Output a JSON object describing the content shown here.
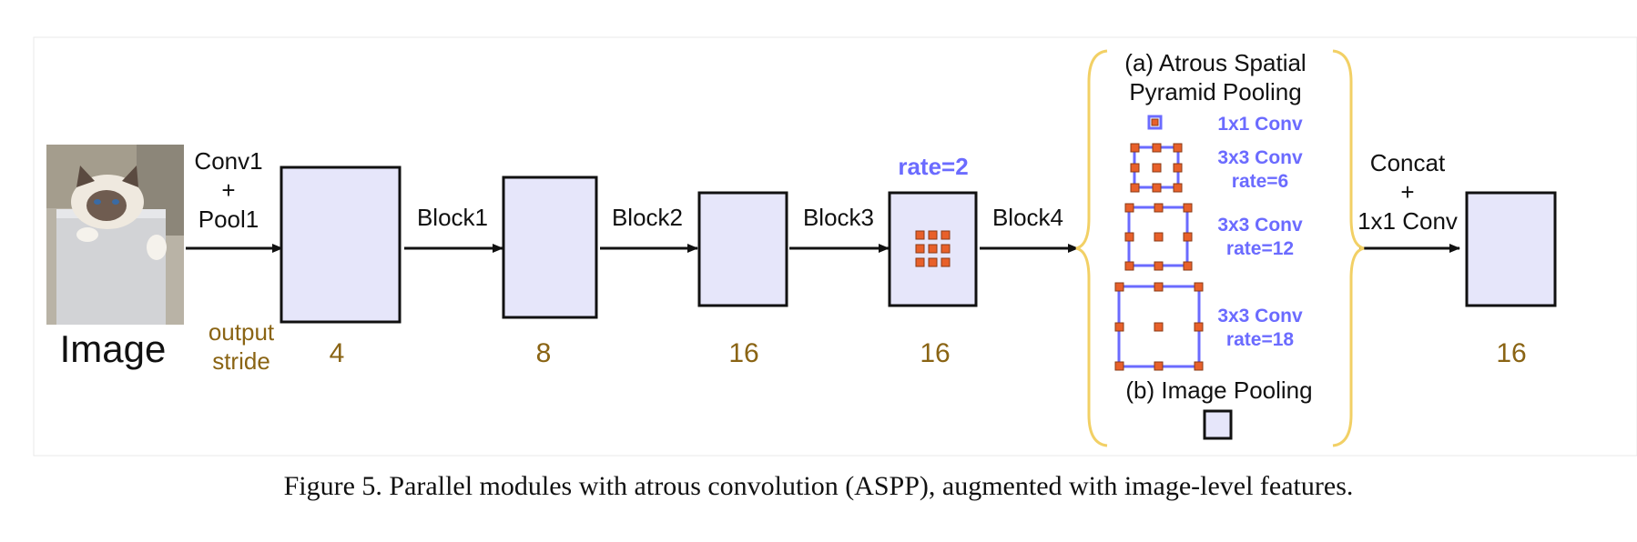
{
  "figure": {
    "image_label": "Image",
    "stem_label": [
      "Conv1",
      "+",
      "Pool1"
    ],
    "output_stride_label": [
      "output",
      "stride"
    ],
    "blocks": [
      "Block1",
      "Block2",
      "Block3",
      "Block4"
    ],
    "strides": [
      "4",
      "8",
      "16",
      "16",
      "16"
    ],
    "rate_label": "rate=2",
    "aspp": {
      "title_a": [
        "(a) Atrous Spatial",
        "Pyramid Pooling"
      ],
      "branches": [
        {
          "lines": [
            "1x1 Conv"
          ]
        },
        {
          "lines": [
            "3x3 Conv",
            "rate=6"
          ]
        },
        {
          "lines": [
            "3x3 Conv",
            "rate=12"
          ]
        },
        {
          "lines": [
            "3x3 Conv",
            "rate=18"
          ]
        }
      ],
      "title_b": "(b) Image Pooling"
    },
    "concat_label": [
      "Concat",
      "+",
      "1x1 Conv"
    ],
    "colors": {
      "feature_map": "#e6e6fa",
      "kernel_dot": "#e8602a",
      "kernel_frame": "#6b6bff",
      "stride_text": "#8a6414",
      "brace": "#f2d065"
    }
  },
  "caption": "Figure 5. Parallel modules with atrous convolution (ASPP), augmented with image-level features."
}
